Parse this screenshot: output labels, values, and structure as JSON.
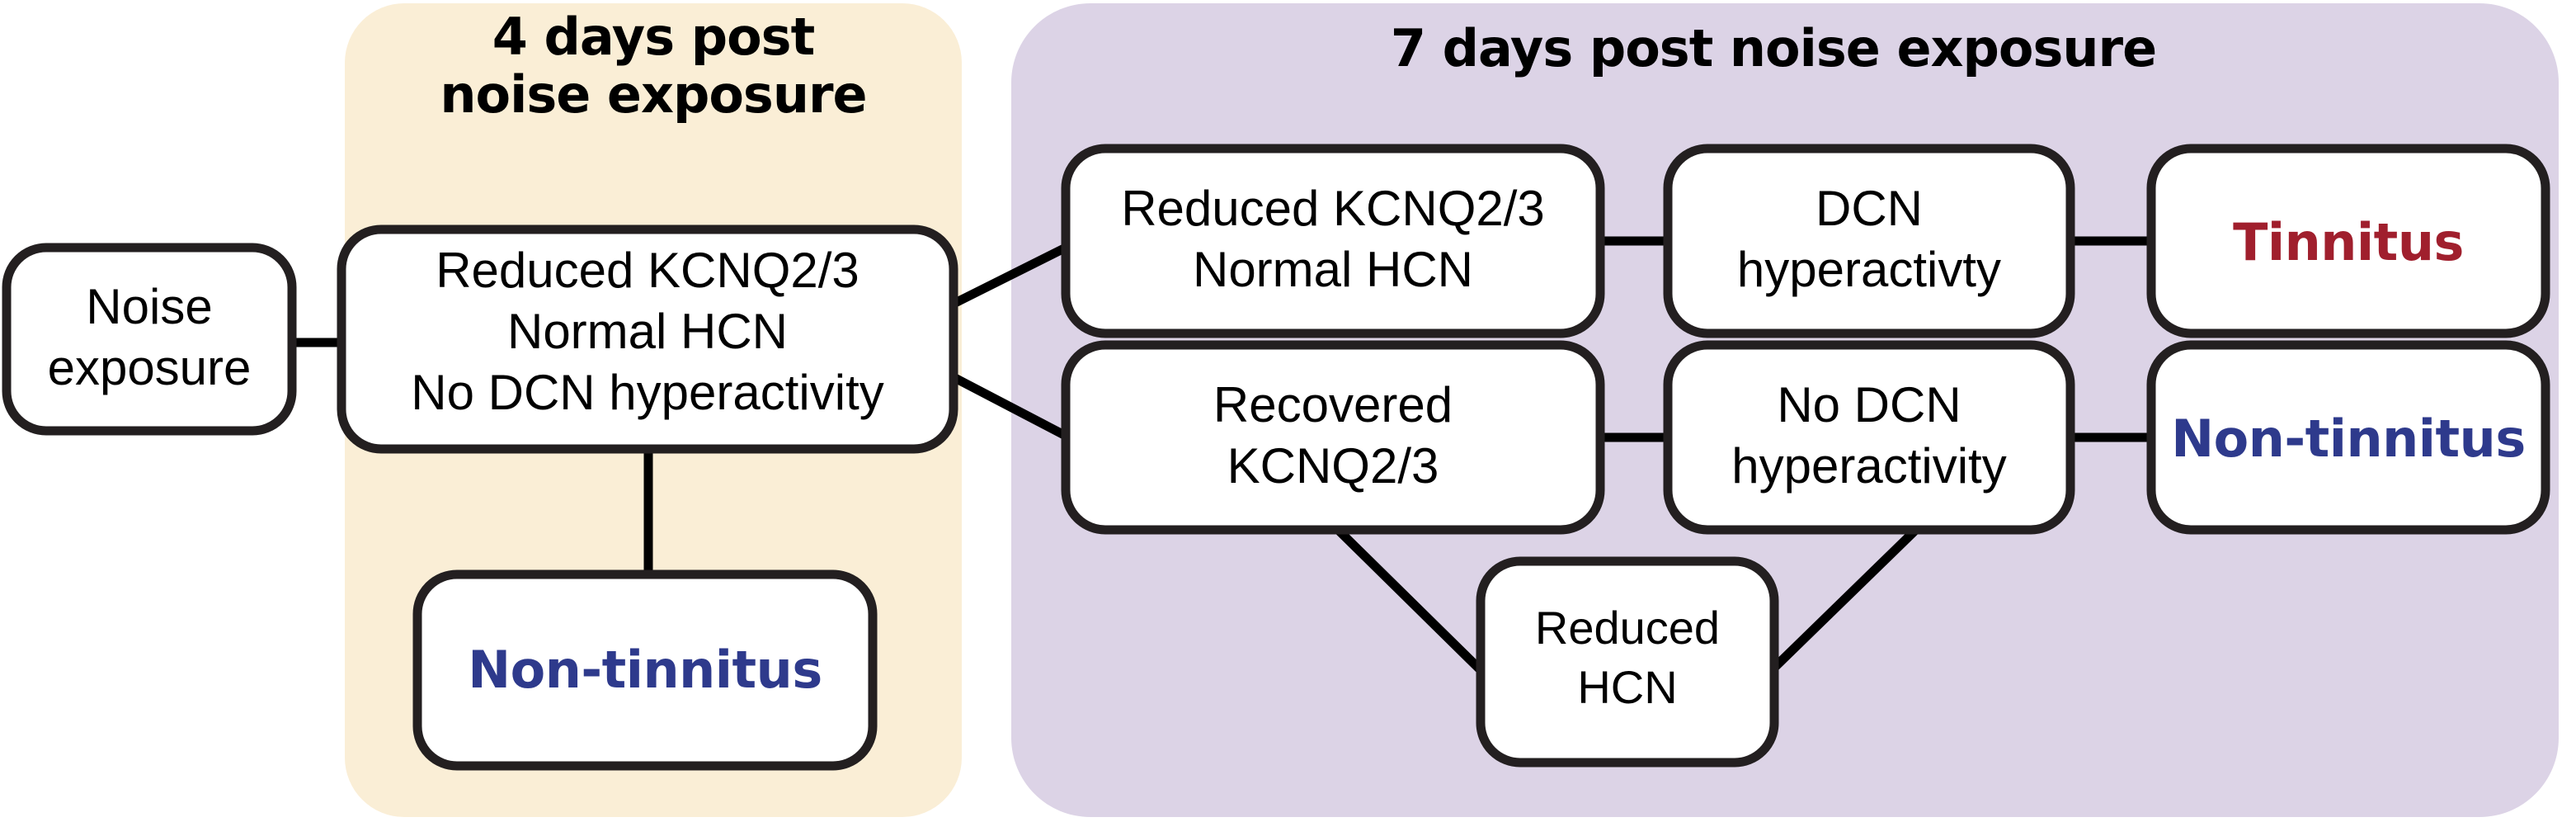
{
  "figure": {
    "type": "flow-diagram",
    "title_present": false,
    "background_color": "#ffffff"
  },
  "panels": [
    {
      "id": "panel-4day",
      "title": "4 days post noise exposure",
      "title_line1": "4 days post",
      "title_line2": "noise exposure",
      "color": "#faeed6"
    },
    {
      "id": "panel-7day",
      "title": "7 days post noise exposure",
      "title_line1": "7 days post noise exposure",
      "color": "#dcd3e6"
    }
  ],
  "nodes": {
    "noise_exposure": {
      "line1": "Noise",
      "line2": "exposure"
    },
    "day4_state": {
      "line1": "Reduced KCNQ2/3",
      "line2": "Normal HCN",
      "line3": "No DCN hyperactivity"
    },
    "day4_outcome": {
      "label": "Non-tinnitus",
      "color": "#2e3a8c"
    },
    "day7_top_state": {
      "line1": "Reduced KCNQ2/3",
      "line2": "Normal HCN"
    },
    "day7_top_mid": {
      "line1": "DCN",
      "line2": "hyperactivty"
    },
    "day7_top_outcome": {
      "label": "Tinnitus",
      "color": "#a01f2d"
    },
    "day7_bottom_state": {
      "line1": "Recovered",
      "line2": "KCNQ2/3"
    },
    "day7_bottom_mid": {
      "line1": "No DCN",
      "line2": "hyperactivity"
    },
    "day7_bottom_outcome": {
      "label": "Non-tinnitus",
      "color": "#2e3a8c"
    },
    "day7_reduced_hcn": {
      "line1": "Reduced",
      "line2": "HCN"
    }
  },
  "colors": {
    "panel_cream": "#faeed6",
    "panel_purple": "#dcd3e6",
    "box_stroke": "#231f20",
    "box_fill": "#ffffff",
    "connector": "#000000",
    "tinnitus_red": "#a01f2d",
    "nontinnitus_blue": "#2e3a8c",
    "text_black": "#000000"
  }
}
